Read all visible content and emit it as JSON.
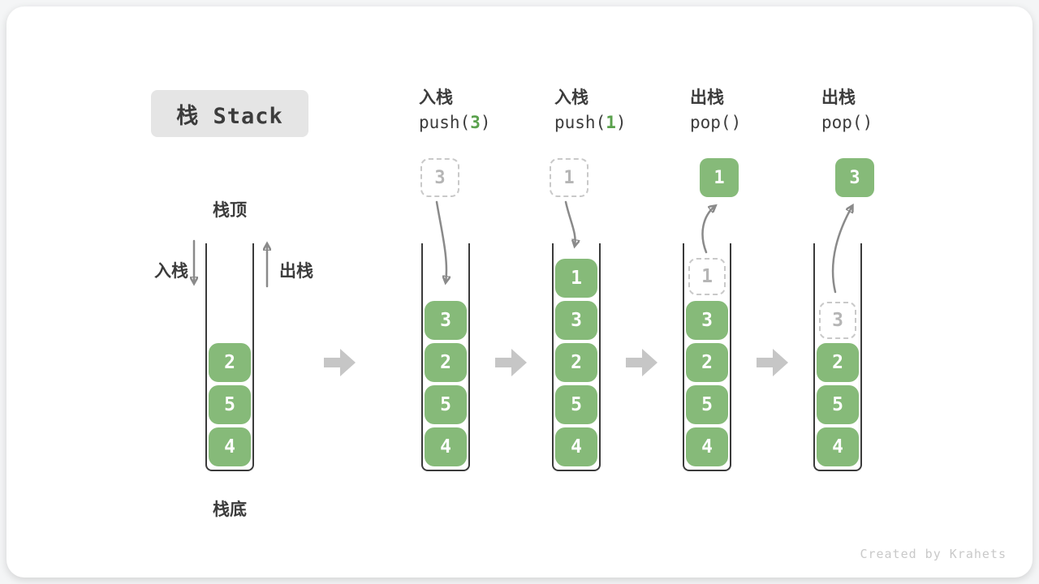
{
  "title": "栈 Stack",
  "footer": "Created by Krahets",
  "colors": {
    "green": "#86ba79",
    "green-dark": "#5aa14d",
    "ink": "#3c3c3c",
    "arrow": "#8a8a8a",
    "block-arrow": "#c6c6c6",
    "ghost-border": "#c9c9c9",
    "ghost-text": "#b5b5b5",
    "badge-bg": "#e5e5e5",
    "footer-text": "#c9c9c9"
  },
  "initial_stack": {
    "top_label": "栈顶",
    "bottom_label": "栈底",
    "push_label": "入栈",
    "pop_label": "出栈",
    "items": [
      "2",
      "5",
      "4"
    ]
  },
  "steps": [
    {
      "op_label": "入栈",
      "code_pre": "push(",
      "code_arg": "3",
      "code_post": ")",
      "float_value": "3",
      "items": [
        "3",
        "2",
        "5",
        "4"
      ]
    },
    {
      "op_label": "入栈",
      "code_pre": "push(",
      "code_arg": "1",
      "code_post": ")",
      "float_value": "1",
      "items": [
        "1",
        "3",
        "2",
        "5",
        "4"
      ]
    },
    {
      "op_label": "出栈",
      "code_pre": "pop(",
      "code_arg": "",
      "code_post": ")",
      "float_value": "1",
      "ghost_value": "1",
      "items": [
        "3",
        "2",
        "5",
        "4"
      ]
    },
    {
      "op_label": "出栈",
      "code_pre": "pop(",
      "code_arg": "",
      "code_post": ")",
      "float_value": "3",
      "ghost_value": "3",
      "items": [
        "2",
        "5",
        "4"
      ]
    }
  ]
}
